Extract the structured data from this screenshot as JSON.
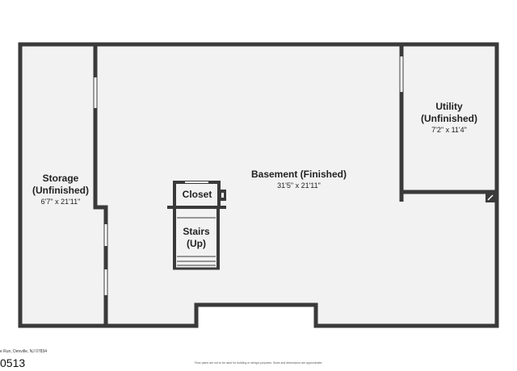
{
  "plan": {
    "fill_color": "#f2f2f2",
    "wall_color": "#3a3a3a",
    "window_color": "#ffffff"
  },
  "rooms": {
    "storage": {
      "name_line1": "Storage",
      "name_line2": "(Unfinished)",
      "dimensions": "6'7\" x 21'11\""
    },
    "basement": {
      "name": "Basement (Finished)",
      "dimensions": "31'5\" x 21'11\""
    },
    "utility": {
      "name_line1": "Utility",
      "name_line2": "(Unfinished)",
      "dimensions": "7'2\" x 11'4\""
    },
    "closet": {
      "name": "Closet"
    },
    "stairs": {
      "name_line1": "Stairs",
      "name_line2": "(Up)"
    }
  },
  "footer": {
    "address": "e Run, Denville, NJ 07834",
    "listing_id": "0513",
    "disclaimer": "Floor plans are not to be used for building or design purposes. Sizes and dimensions are approximate."
  }
}
